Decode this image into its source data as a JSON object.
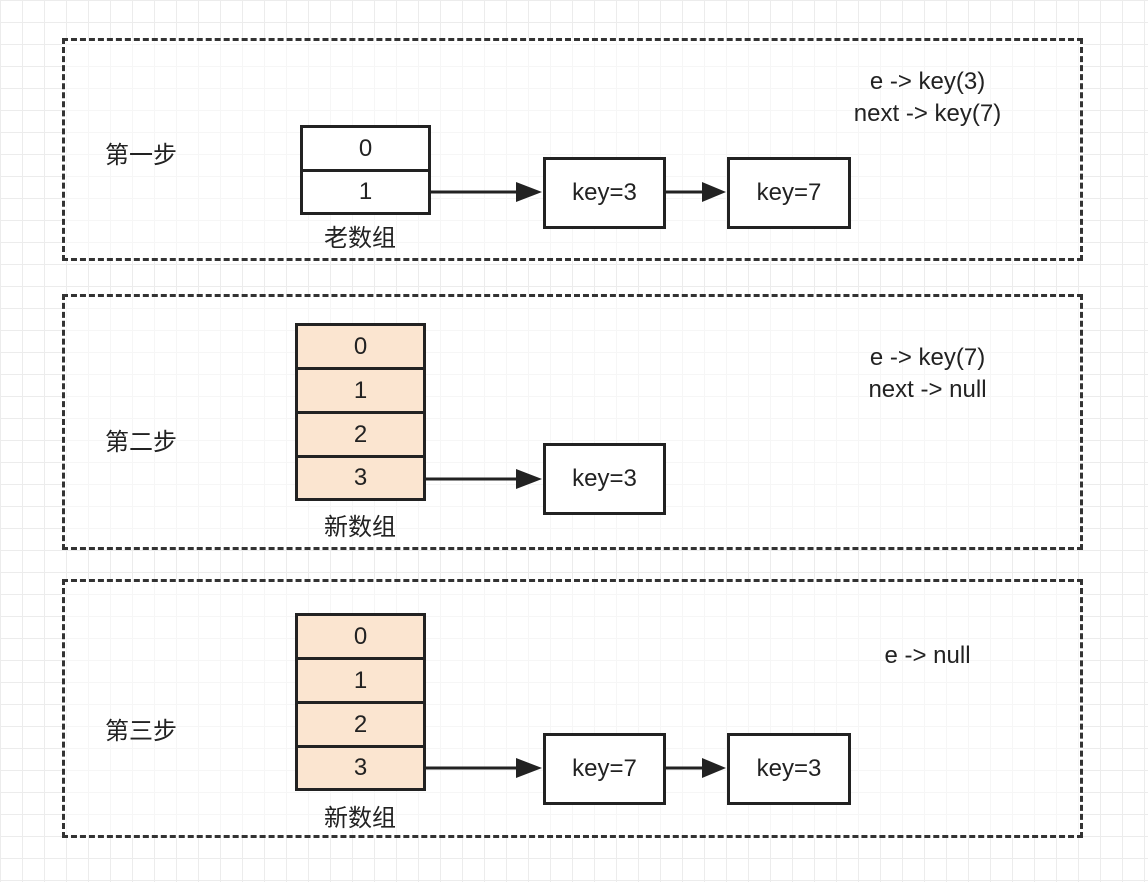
{
  "steps": [
    {
      "label": "第一步",
      "note": [
        "e -> key(3)",
        "next -> key(7)"
      ],
      "array_label": "老数组",
      "array_cells": [
        "0",
        "1"
      ],
      "nodes": [
        "key=3",
        "key=7"
      ]
    },
    {
      "label": "第二步",
      "note": [
        "e -> key(7)",
        "next -> null"
      ],
      "array_label": "新数组",
      "array_cells": [
        "0",
        "1",
        "2",
        "3"
      ],
      "nodes": [
        "key=3"
      ]
    },
    {
      "label": "第三步",
      "note": [
        "e -> null"
      ],
      "array_label": "新数组",
      "array_cells": [
        "0",
        "1",
        "2",
        "3"
      ],
      "nodes": [
        "key=7",
        "key=3"
      ]
    }
  ],
  "colors": {
    "new_array_fill": "#fbe5d0",
    "line": "#222222"
  }
}
